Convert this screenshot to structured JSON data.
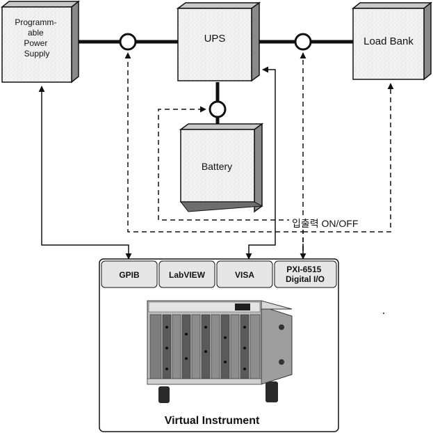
{
  "blocks": {
    "power_supply": {
      "label": "Programm-\nable\nPower\nSupply"
    },
    "ups": {
      "label": "UPS"
    },
    "load_bank": {
      "label": "Load Bank"
    },
    "battery": {
      "label": "Battery"
    }
  },
  "control_label": "입출력 ON/OFF",
  "instrument": {
    "title": "Virtual Instrument",
    "tabs": [
      {
        "label": "GPIB"
      },
      {
        "label": "LabVIEW"
      },
      {
        "label": "VISA"
      },
      {
        "label": "PXI-6515\nDigital I/O"
      }
    ]
  },
  "colors": {
    "block_face": "#f1f1f1",
    "block_side": "#8a8a8a",
    "block_top": "#c9c9c9",
    "line": "#111111",
    "tab_fill": "#e6e6e6"
  }
}
